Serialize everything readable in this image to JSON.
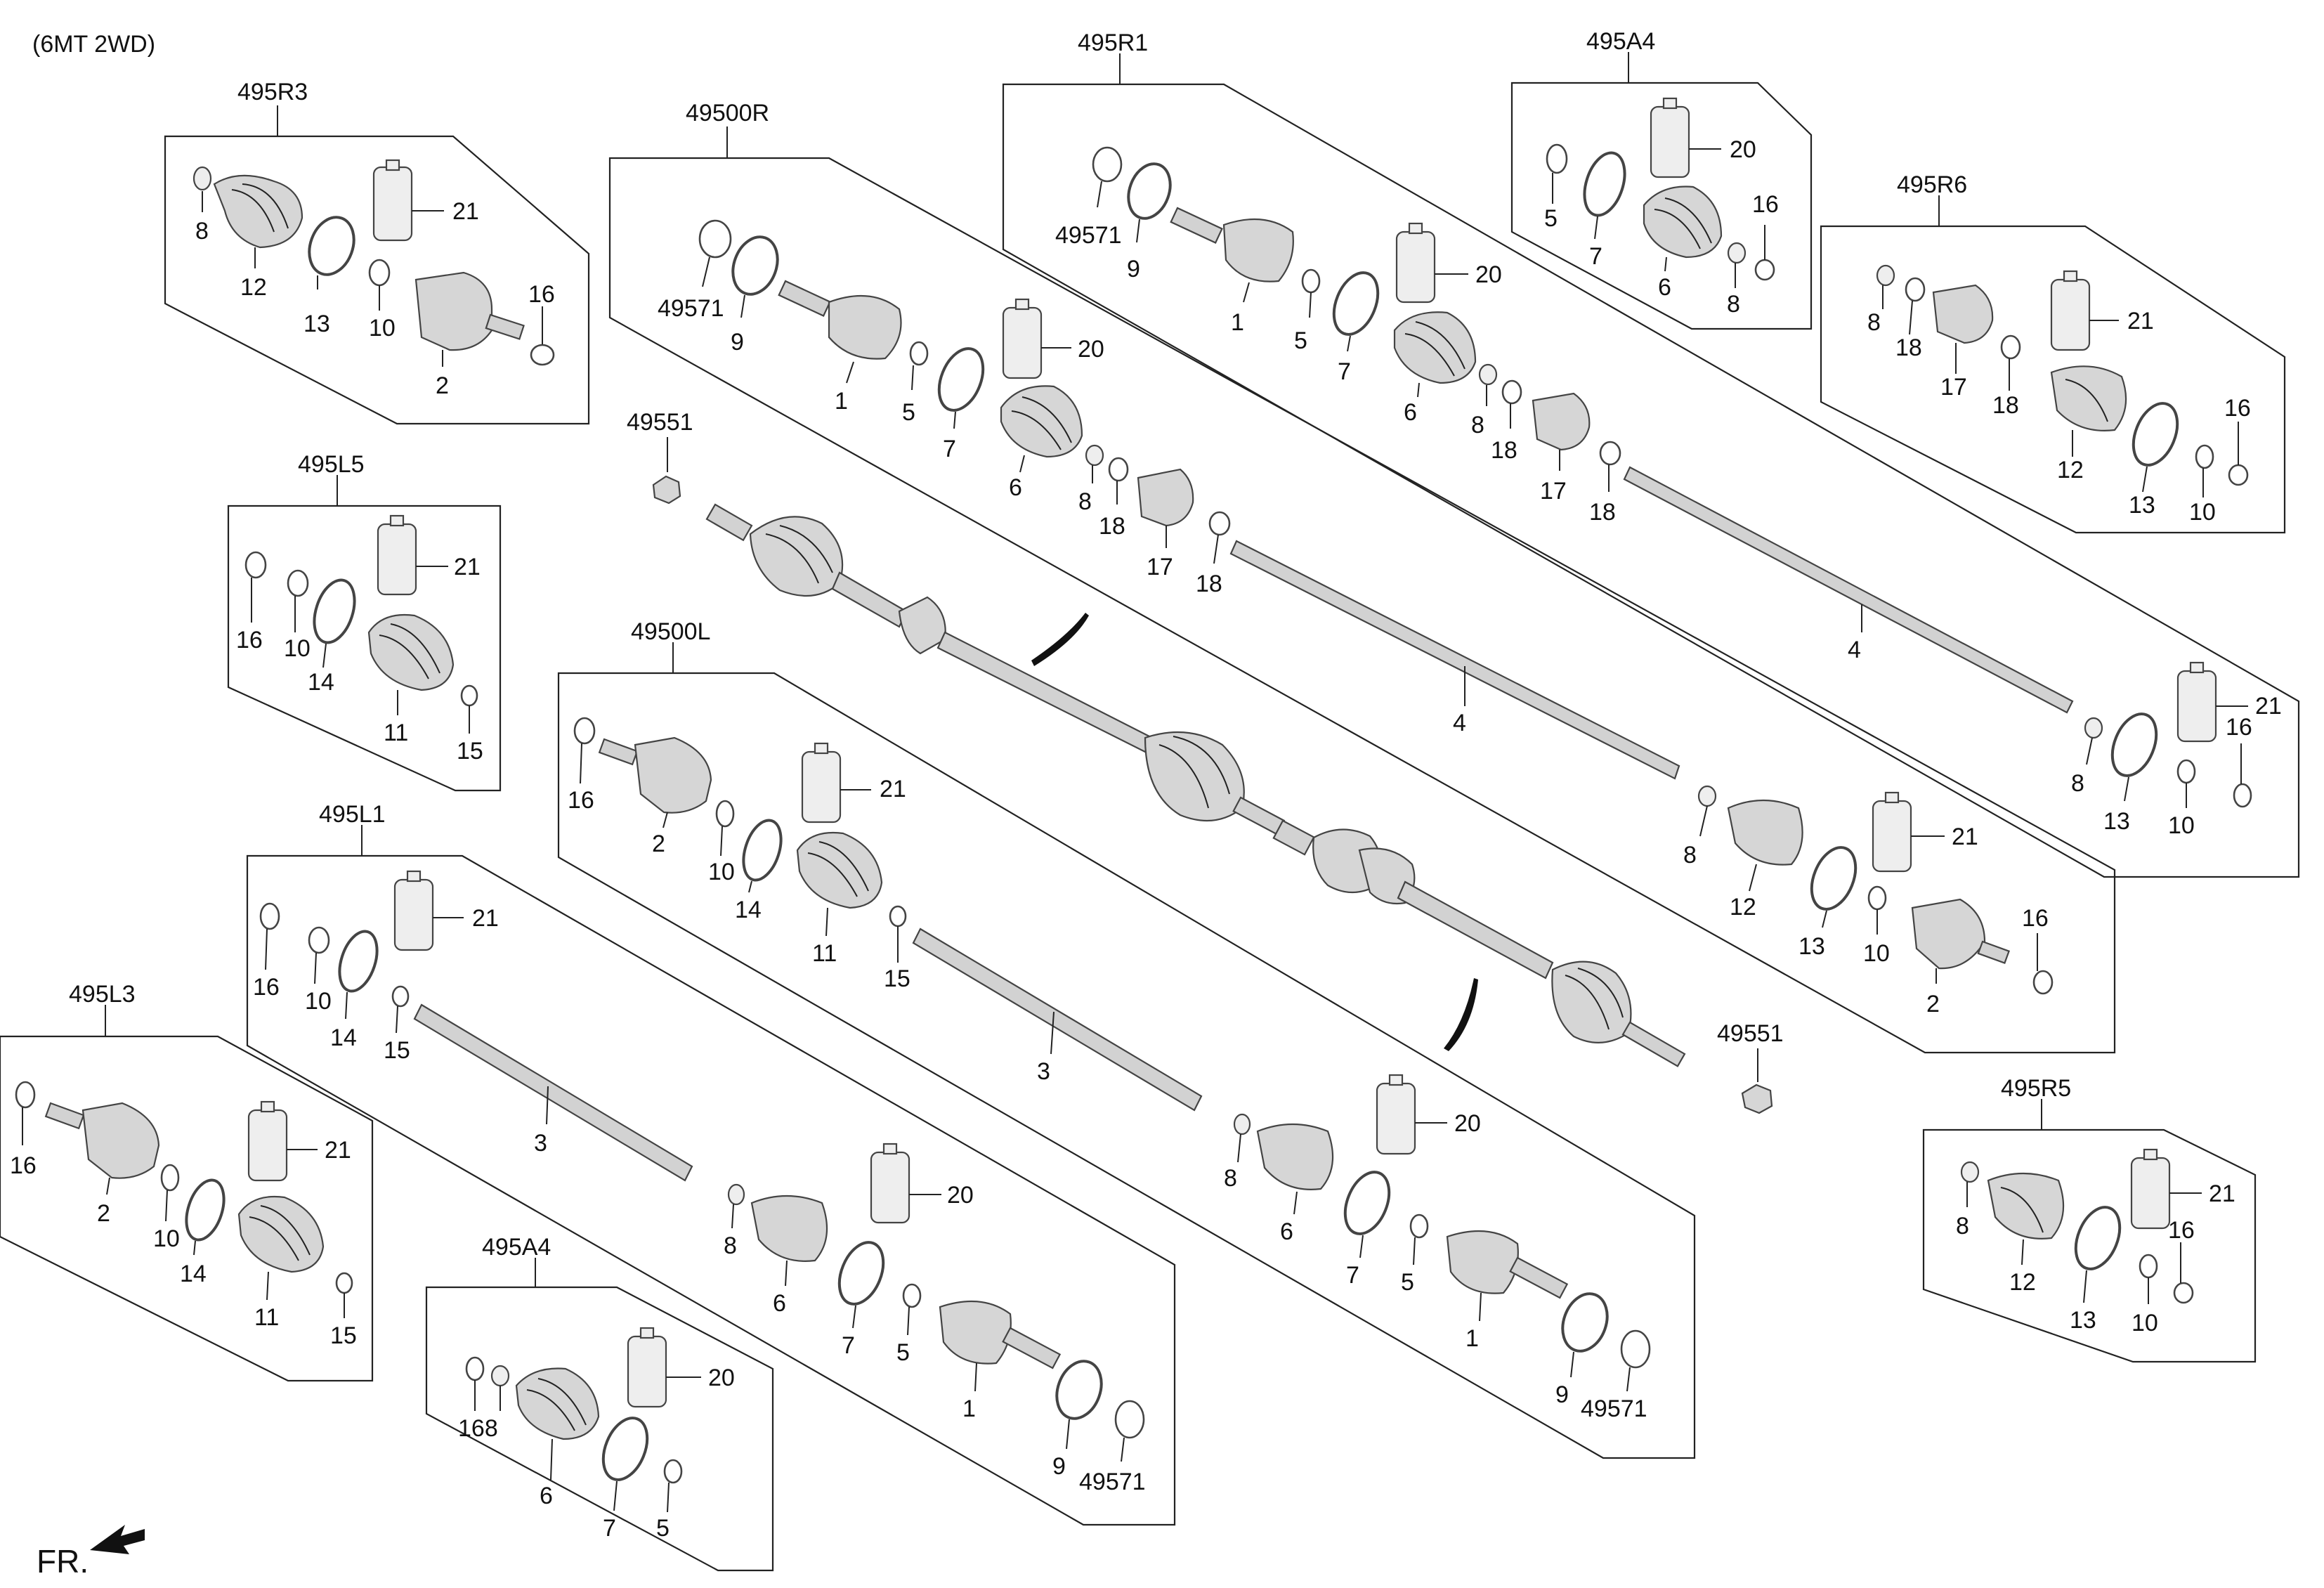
{
  "header": {
    "variant": "(6MT 2WD)"
  },
  "footer": {
    "front_label": "FR."
  },
  "groups": {
    "g495R3": "495R3",
    "g49500R": "49500R",
    "g495R1": "495R1",
    "g495A4_top": "495A4",
    "g495R6": "495R6",
    "g495L5": "495L5",
    "g49500L": "49500L",
    "g495L1": "495L1",
    "g495L3": "495L3",
    "g495A4_bottom": "495A4",
    "g495R5": "495R5",
    "g49551_top": "49551",
    "g49551_bottom": "49551"
  },
  "labels": {
    "r3_8": "8",
    "r3_12": "12",
    "r3_13": "13",
    "r3_21": "21",
    "r3_10": "10",
    "r3_2": "2",
    "r3_16": "16",
    "r0_49571": "49571",
    "r0_9": "9",
    "r0_1": "1",
    "r0_5": "5",
    "r0_7": "7",
    "r0_20": "20",
    "r0_6": "6",
    "r0_8": "8",
    "r0_18a": "18",
    "r0_17": "17",
    "r0_18b": "18",
    "r0_4": "4",
    "r0_8b": "8",
    "r0_12": "12",
    "r0_13": "13",
    "r0_21": "21",
    "r0_10": "10",
    "r0_16": "16",
    "r0_2": "2",
    "r1_49571": "49571",
    "r1_9": "9",
    "r1_1": "1",
    "r1_5": "5",
    "r1_7": "7",
    "r1_20": "20",
    "r1_6": "6",
    "r1_8": "8",
    "r1_18a": "18",
    "r1_17": "17",
    "r1_18b": "18",
    "r1_4": "4",
    "r1_8b": "8",
    "r1_13": "13",
    "r1_21": "21",
    "r1_16": "16",
    "r1_10": "10",
    "a4t_5": "5",
    "a4t_7": "7",
    "a4t_20": "20",
    "a4t_6": "6",
    "a4t_8": "8",
    "a4t_16": "16",
    "r6_8": "8",
    "r6_18a": "18",
    "r6_17": "17",
    "r6_21": "21",
    "r6_18b": "18",
    "r6_12": "12",
    "r6_16": "16",
    "r6_13": "13",
    "r6_10": "10",
    "l5_16": "16",
    "l5_10": "10",
    "l5_14": "14",
    "l5_21": "21",
    "l5_11": "11",
    "l5_15": "15",
    "l0_16": "16",
    "l0_2": "2",
    "l0_10": "10",
    "l0_14": "14",
    "l0_21": "21",
    "l0_11": "11",
    "l0_15": "15",
    "l0_3": "3",
    "l0_8": "8",
    "l0_20": "20",
    "l0_6": "6",
    "l0_7": "7",
    "l0_5": "5",
    "l0_1": "1",
    "l0_9": "9",
    "l0_49571": "49571",
    "l1_16": "16",
    "l1_10": "10",
    "l1_14": "14",
    "l1_21": "21",
    "l1_15": "15",
    "l1_3": "3",
    "l1_8": "8",
    "l1_20": "20",
    "l1_6": "6",
    "l1_7": "7",
    "l1_5": "5",
    "l1_1": "1",
    "l1_9": "9",
    "l1_49571": "49571",
    "l3_16": "16",
    "l3_2": "2",
    "l3_10": "10",
    "l3_14": "14",
    "l3_21": "21",
    "l3_11": "11",
    "l3_15": "15",
    "a4b_168": "168",
    "a4b_6": "6",
    "a4b_20": "20",
    "a4b_7": "7",
    "a4b_5": "5",
    "r5_8": "8",
    "r5_12": "12",
    "r5_13": "13",
    "r5_21": "21",
    "r5_16": "16",
    "r5_10": "10"
  }
}
